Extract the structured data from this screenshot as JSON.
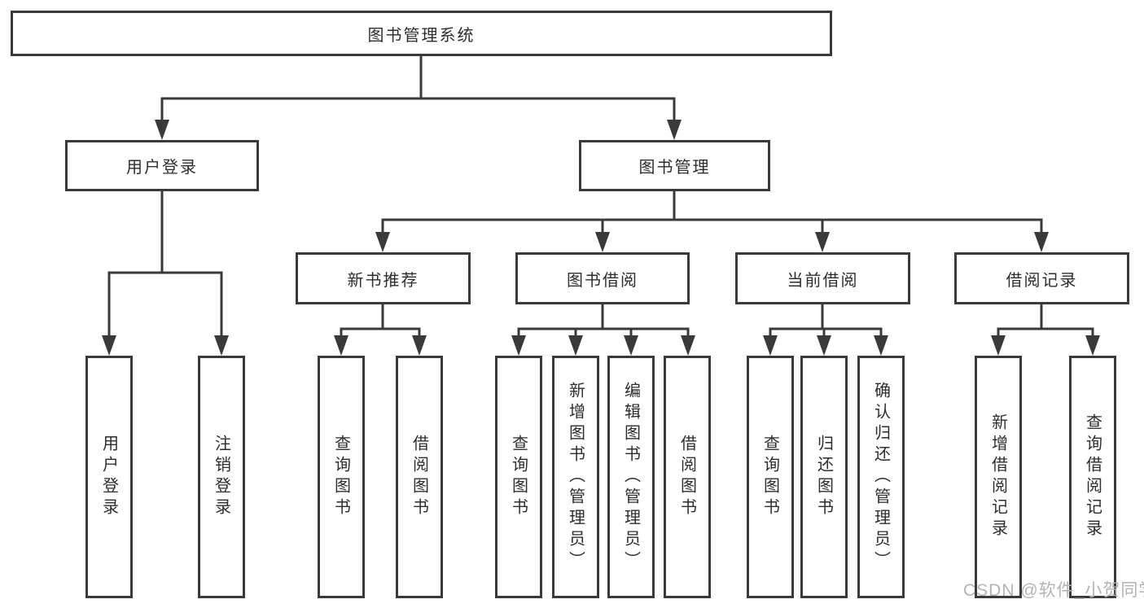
{
  "diagram": {
    "title": "图书管理系统",
    "level2": [
      {
        "label": "用户登录"
      },
      {
        "label": "图书管理"
      }
    ],
    "level3": [
      {
        "label": "新书推荐"
      },
      {
        "label": "图书借阅"
      },
      {
        "label": "当前借阅"
      },
      {
        "label": "借阅记录"
      }
    ],
    "leaves": [
      {
        "parent": "用户登录",
        "label": "用户登录"
      },
      {
        "parent": "用户登录",
        "label": "注销登录"
      },
      {
        "parent": "新书推荐",
        "label": "查询图书"
      },
      {
        "parent": "新书推荐",
        "label": "借阅图书"
      },
      {
        "parent": "图书借阅",
        "label": "查询图书"
      },
      {
        "parent": "图书借阅",
        "label": "新增图书（管理员）"
      },
      {
        "parent": "图书借阅",
        "label": "编辑图书（管理员）"
      },
      {
        "parent": "图书借阅",
        "label": "借阅图书"
      },
      {
        "parent": "当前借阅",
        "label": "查询图书"
      },
      {
        "parent": "当前借阅",
        "label": "归还图书"
      },
      {
        "parent": "当前借阅",
        "label": "确认归还（管理员）"
      },
      {
        "parent": "借阅记录",
        "label": "新增借阅记录"
      },
      {
        "parent": "借阅记录",
        "label": "查询借阅记录"
      }
    ],
    "colors": {
      "line": "#3a3a3a",
      "text": "#2d2d2d",
      "background": "#ffffff",
      "watermark_color": "#b3b3b3"
    },
    "watermark": "CSDN @软件_小贺同学"
  }
}
